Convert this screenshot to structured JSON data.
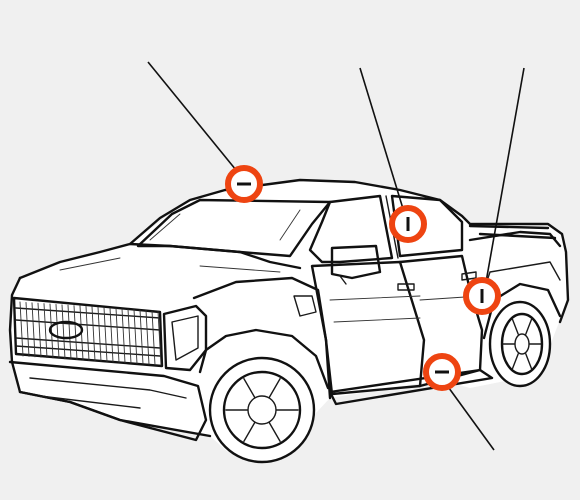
{
  "diagram": {
    "subject": "pickup-truck",
    "marker_color": "#ee4411",
    "marker_center_color": "#111111",
    "background_color": "#f0f0f0",
    "callouts": [
      {
        "id": "roof-front",
        "icon": "target-marker-icon"
      },
      {
        "id": "rear-door-window",
        "icon": "target-marker-icon"
      },
      {
        "id": "bed-pillar",
        "icon": "target-marker-icon"
      },
      {
        "id": "rocker-panel",
        "icon": "target-marker-icon"
      }
    ]
  }
}
